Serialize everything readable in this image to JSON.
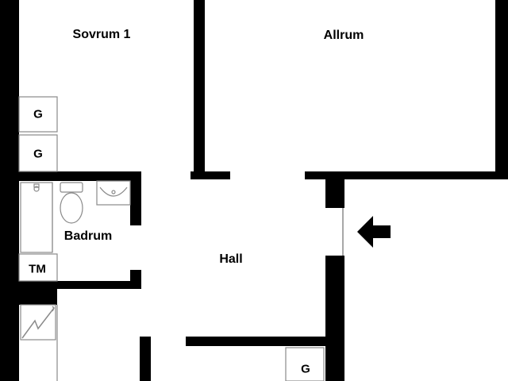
{
  "rooms": {
    "sovrum": "Sovrum 1",
    "allrum": "Allrum",
    "badrum": "Badrum",
    "hall": "Hall"
  },
  "closets": {
    "g1": "G",
    "g2": "G",
    "g3": "G",
    "tm": "TM"
  },
  "colors": {
    "wall": "#000000",
    "fixture_stroke": "#8a8a8a",
    "background": "#ffffff"
  },
  "icons": {
    "entrance": "arrow-left-icon",
    "electrical_panel": "lightning-icon",
    "toilet": "toilet-icon",
    "sink": "sink-icon",
    "shower": "shower-icon"
  }
}
